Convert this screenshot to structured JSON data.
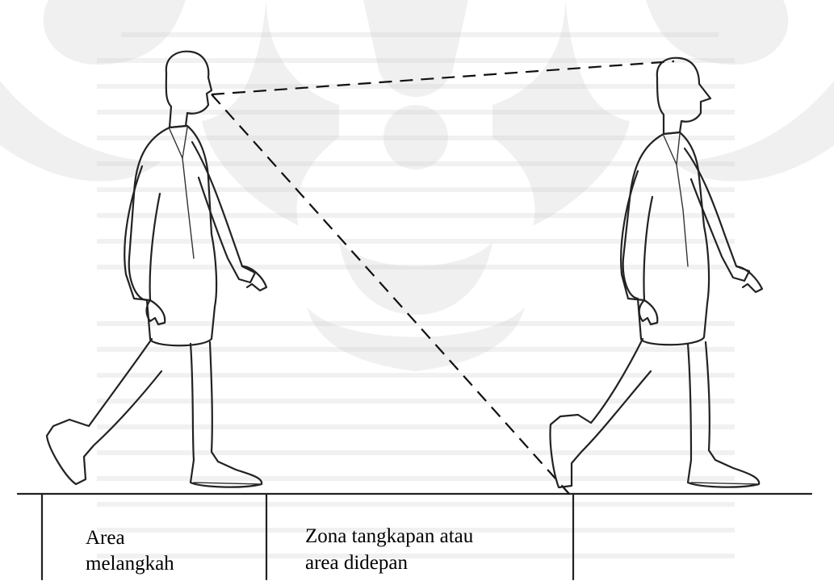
{
  "captions": {
    "step_area_line1": "Area",
    "step_area_line2": "melangkah",
    "catch_zone_line1": "Zona tangkapan atau",
    "catch_zone_line2": "area didepan"
  },
  "colors": {
    "ink": "#222222",
    "watermark": "#c9c9c9",
    "background": "#ffffff"
  }
}
